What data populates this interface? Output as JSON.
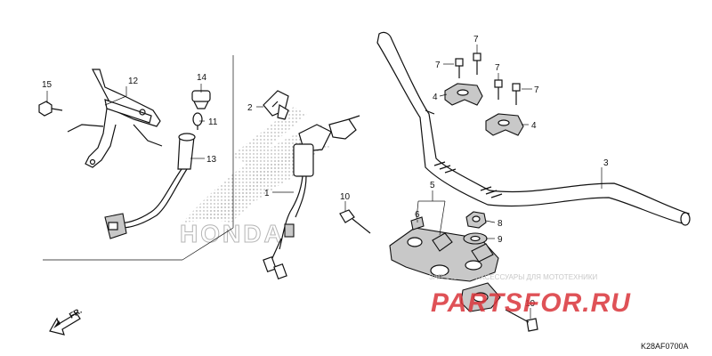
{
  "diagram": {
    "part_code": "K28AF0700A",
    "direction_label": "FR.",
    "brand_watermark": "HONDA",
    "site_watermark_text": "ЗАПЧАСТИ И АКСЕССУАРЫ ДЛЯ МОТОТЕХНИКИ",
    "site_watermark_logo": "PARTSFOR.RU",
    "callouts": {
      "c1": "1",
      "c2": "2",
      "c3": "3",
      "c4a": "4",
      "c4b": "4",
      "c5": "5",
      "c6": "6",
      "c7a": "7",
      "c7b": "7",
      "c7c": "7",
      "c7d": "7",
      "c8": "8",
      "c9": "9",
      "c10a": "10",
      "c10b": "10",
      "c11": "11",
      "c12": "12",
      "c13": "13",
      "c14": "14",
      "c15": "15"
    },
    "colors": {
      "ink": "#111111",
      "watermark_red": "#d9343a",
      "watermark_gray": "#b5b5b5"
    }
  }
}
